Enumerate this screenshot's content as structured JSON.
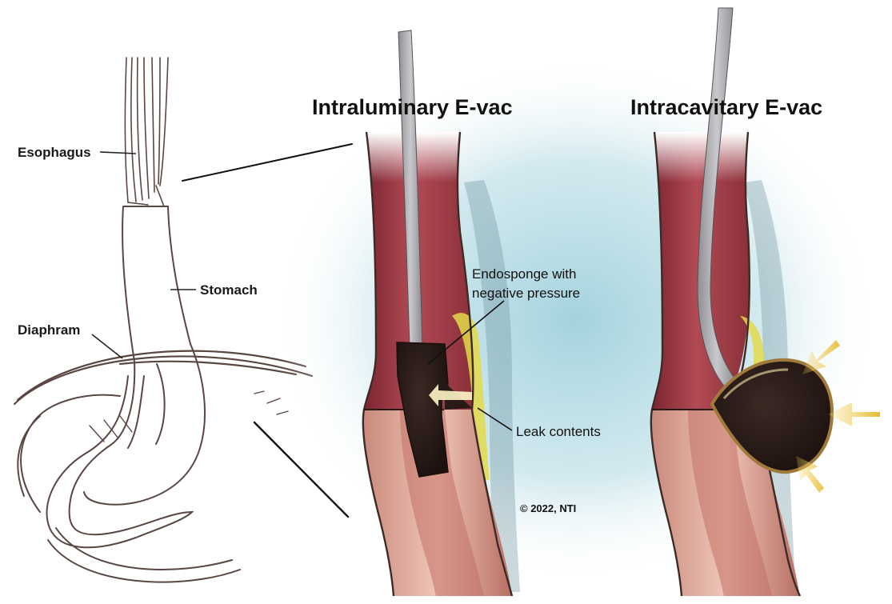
{
  "titles": {
    "intraluminary": "Intraluminary E-vac",
    "intracavitary": "Intracavitary E-vac"
  },
  "anatomy_labels": {
    "esophagus": "Esophagus",
    "stomach": "Stomach",
    "diaphragm": "Diaphram"
  },
  "callouts": {
    "endosponge_line1": "Endosponge with",
    "endosponge_line2": "negative pressure",
    "leak": "Leak contents"
  },
  "copyright": "© 2022, NTI",
  "colors": {
    "muscle_red": "#a8434e",
    "muscle_dark": "#7a2630",
    "mucosa_pink": "#e6b3a6",
    "sponge": "#2a1a17",
    "leak_yellow": "#e3d94a",
    "pressure_arrow": "#eac53a",
    "halo_blue": "#b9dce6",
    "outline": "#4a3a36"
  }
}
